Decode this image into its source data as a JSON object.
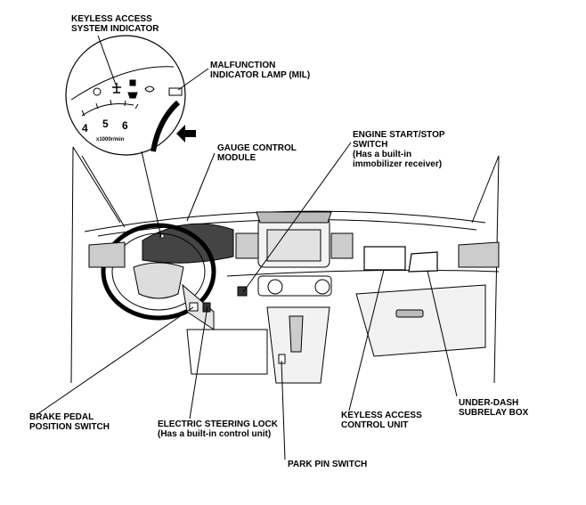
{
  "labels": {
    "keyless_indicator": [
      "KEYLESS ACCESS",
      "SYSTEM INDICATOR"
    ],
    "mil": [
      "MALFUNCTION",
      "INDICATOR LAMP (MIL)"
    ],
    "engine_start_stop": [
      "ENGINE START/STOP",
      "SWITCH",
      "(Has a built-in",
      "immobilizer receiver)"
    ],
    "gauge_control_module": [
      "GAUGE CONTROL",
      "MODULE"
    ],
    "brake_pedal": [
      "BRAKE PEDAL",
      "POSITION SWITCH"
    ],
    "steering_lock": [
      "ELECTRIC STEERING LOCK",
      "(Has a built-in control unit)"
    ],
    "keyless_control_unit": [
      "KEYLESS ACCESS",
      "CONTROL UNIT"
    ],
    "under_dash": [
      "UNDER-DASH",
      "SUBRELAY BOX"
    ],
    "park_pin": [
      "PARK PIN SWITCH"
    ]
  },
  "gauge": {
    "ticks": [
      "4",
      "5",
      "6"
    ],
    "unit": "x1000r/min"
  }
}
